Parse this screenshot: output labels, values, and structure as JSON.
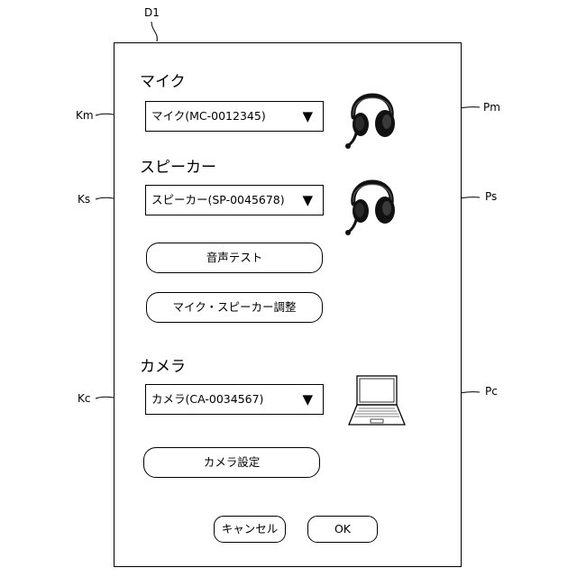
{
  "figure": {
    "dialog_ref": "D1",
    "refs": {
      "mic_select": "Km",
      "speaker_select": "Ks",
      "camera_select": "Kc",
      "mic_device": "Pm",
      "speaker_device": "Ps",
      "camera_device": "Pc"
    }
  },
  "dialog": {
    "mic": {
      "title": "マイク",
      "selected": "マイク(MC-0012345)",
      "device_icon": "headset-icon"
    },
    "speaker": {
      "title": "スピーカー",
      "selected": "スピーカー(SP-0045678)",
      "device_icon": "headset-icon"
    },
    "audio_test_label": "音声テスト",
    "adjust_label": "マイク・スピーカー調整",
    "camera": {
      "title": "カメラ",
      "selected": "カメラ(CA-0034567)",
      "device_icon": "laptop-icon"
    },
    "camera_settings_label": "カメラ設定",
    "cancel_label": "キャンセル",
    "ok_label": "OK",
    "dropdown_arrow": "▼"
  }
}
